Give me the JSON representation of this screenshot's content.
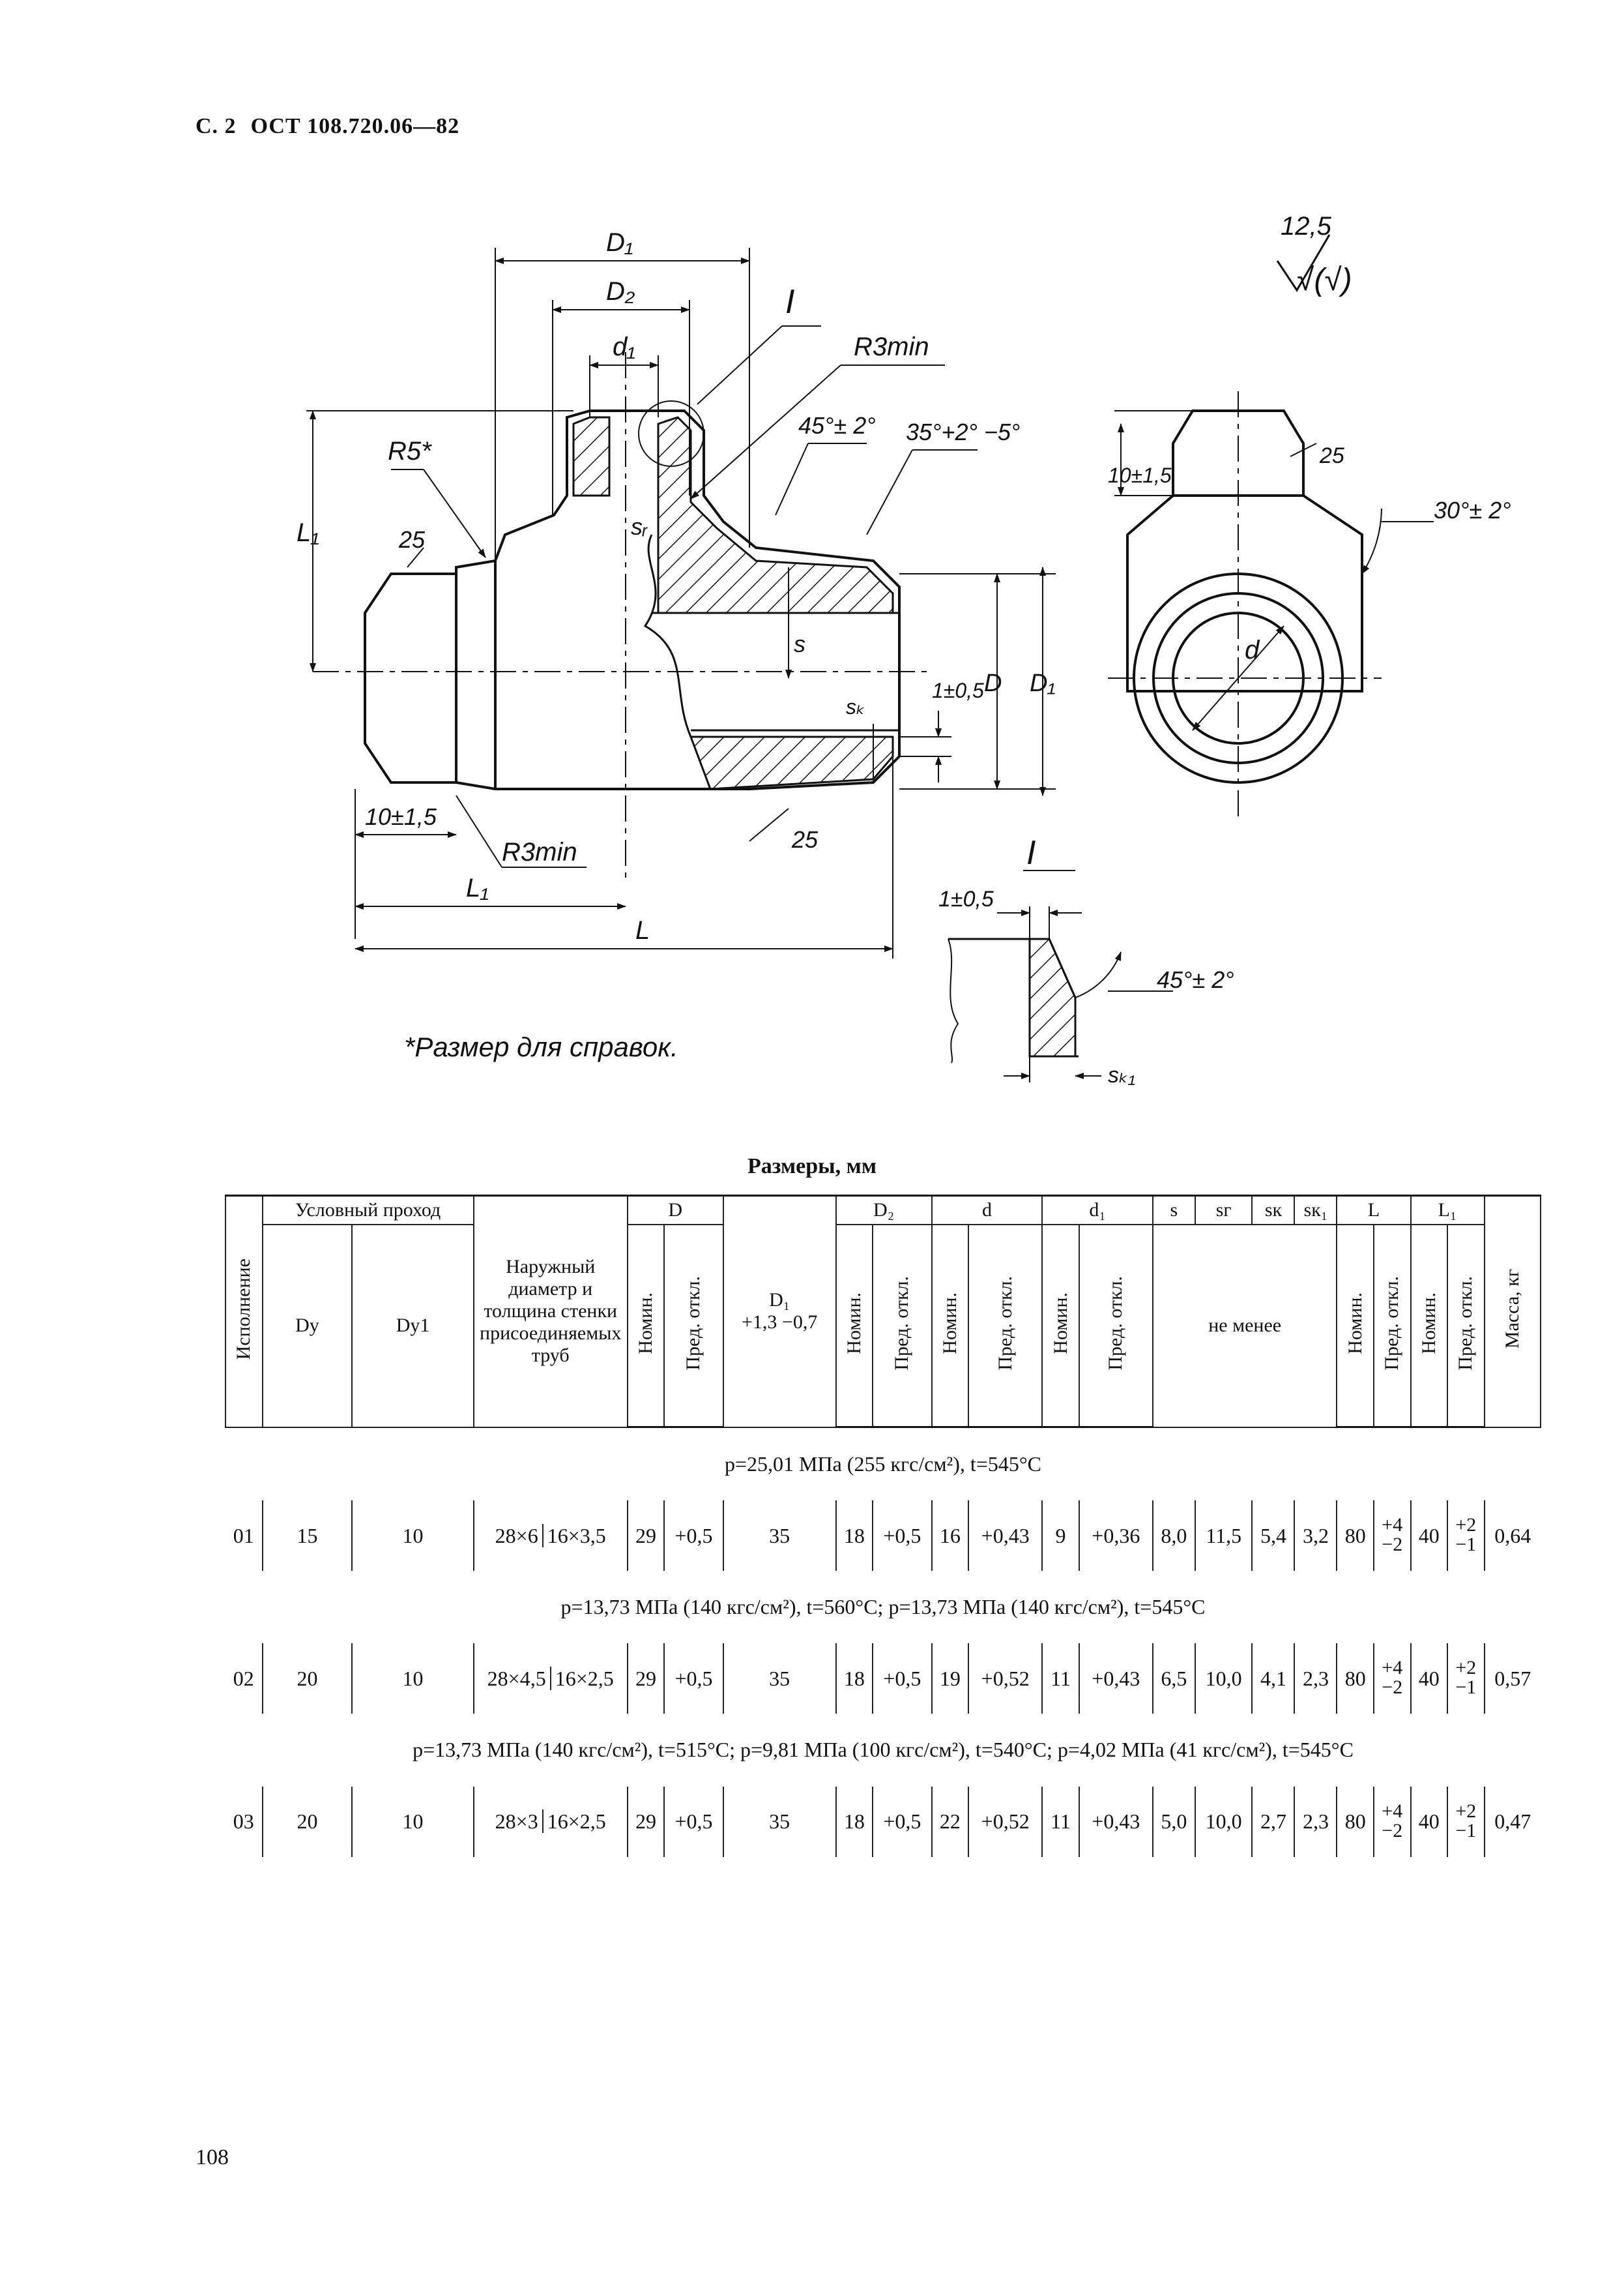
{
  "header": {
    "page": "С. 2",
    "standard": "ОСТ 108.720.06—82"
  },
  "drawing": {
    "labels": {
      "D1": "D₁",
      "D2": "D₂",
      "d1": "d₁",
      "view": "I",
      "r3min": "R3min",
      "r5": "R5*",
      "angle45": "45°± 2°",
      "angle35": "35°+2° −5°",
      "l1": "L₁",
      "r25a": "25",
      "sg": "sᵣ",
      "s": "s",
      "sk": "sₖ",
      "tol1": "1±0,5",
      "D": "D",
      "D1v": "D₁",
      "tol10": "10±1,5",
      "r3min_b": "R3min",
      "l1b": "L₁",
      "L": "L",
      "r25b": "25",
      "rough": "12,5",
      "rough_sym": "√(√)",
      "tol10b": "10±1,5",
      "r25c": "25",
      "angle30": "30°± 2°",
      "dd": "d",
      "detail": "I",
      "tol1b": "1±0,5",
      "angle45b": "45°± 2°",
      "sk1": "sₖ₁",
      "note": "*Размер для справок."
    }
  },
  "table": {
    "title": "Размеры, мм",
    "headers": {
      "ispolnenie": "Исполнение",
      "uslovny": "Условный проход",
      "dy": "Dу",
      "dy1": "Dу1",
      "naruzhny": "Наружный диаметр и толщина стенки присоединяемых труб",
      "D": "D",
      "D1": "D₁",
      "D1_tol": "+1,3 −0,7",
      "D2": "D₂",
      "d": "d",
      "d1": "d₁",
      "s": "s",
      "sg": "sг",
      "sk": "sк",
      "sk1": "sк₁",
      "L": "L",
      "L1": "L₁",
      "nom": "Номин.",
      "pred": "Пред. откл.",
      "ne_menee": "не менее",
      "massa": "Масса, кг"
    },
    "groups": [
      {
        "condition": "p=25,01 МПа (255 кгс/см²), t=545°С",
        "rows": [
          {
            "isp": "01",
            "dy": "15",
            "dy1": "10",
            "pipe1": "28×6",
            "pipe2": "16×3,5",
            "D_nom": "29",
            "D_tol": "+0,5",
            "D1": "35",
            "D2_nom": "18",
            "D2_tol": "+0,5",
            "d_nom": "16",
            "d_tol": "+0,43",
            "d1_nom": "9",
            "d1_tol": "+0,36",
            "s": "8,0",
            "sg": "11,5",
            "sk": "5,4",
            "sk1": "3,2",
            "L_nom": "80",
            "L_tol_up": "+4",
            "L_tol_dn": "−2",
            "L1_nom": "40",
            "L1_tol_up": "+2",
            "L1_tol_dn": "−1",
            "mass": "0,64"
          }
        ]
      },
      {
        "condition": "p=13,73 МПа (140 кгс/см²), t=560°С; p=13,73 МПа (140 кгс/см²), t=545°С",
        "rows": [
          {
            "isp": "02",
            "dy": "20",
            "dy1": "10",
            "pipe1": "28×4,5",
            "pipe2": "16×2,5",
            "D_nom": "29",
            "D_tol": "+0,5",
            "D1": "35",
            "D2_nom": "18",
            "D2_tol": "+0,5",
            "d_nom": "19",
            "d_tol": "+0,52",
            "d1_nom": "11",
            "d1_tol": "+0,43",
            "s": "6,5",
            "sg": "10,0",
            "sk": "4,1",
            "sk1": "2,3",
            "L_nom": "80",
            "L_tol_up": "+4",
            "L_tol_dn": "−2",
            "L1_nom": "40",
            "L1_tol_up": "+2",
            "L1_tol_dn": "−1",
            "mass": "0,57"
          }
        ]
      },
      {
        "condition": "p=13,73 МПа (140 кгс/см²), t=515°С; p=9,81 МПа (100 кгс/см²), t=540°С; p=4,02 МПа (41 кгс/см²), t=545°С",
        "rows": [
          {
            "isp": "03",
            "dy": "20",
            "dy1": "10",
            "pipe1": "28×3",
            "pipe2": "16×2,5",
            "D_nom": "29",
            "D_tol": "+0,5",
            "D1": "35",
            "D2_nom": "18",
            "D2_tol": "+0,5",
            "d_nom": "22",
            "d_tol": "+0,52",
            "d1_nom": "11",
            "d1_tol": "+0,43",
            "s": "5,0",
            "sg": "10,0",
            "sk": "2,7",
            "sk1": "2,3",
            "L_nom": "80",
            "L_tol_up": "+4",
            "L_tol_dn": "−2",
            "L1_nom": "40",
            "L1_tol_up": "+2",
            "L1_tol_dn": "−1",
            "mass": "0,47"
          }
        ]
      }
    ]
  },
  "page_number": "108"
}
